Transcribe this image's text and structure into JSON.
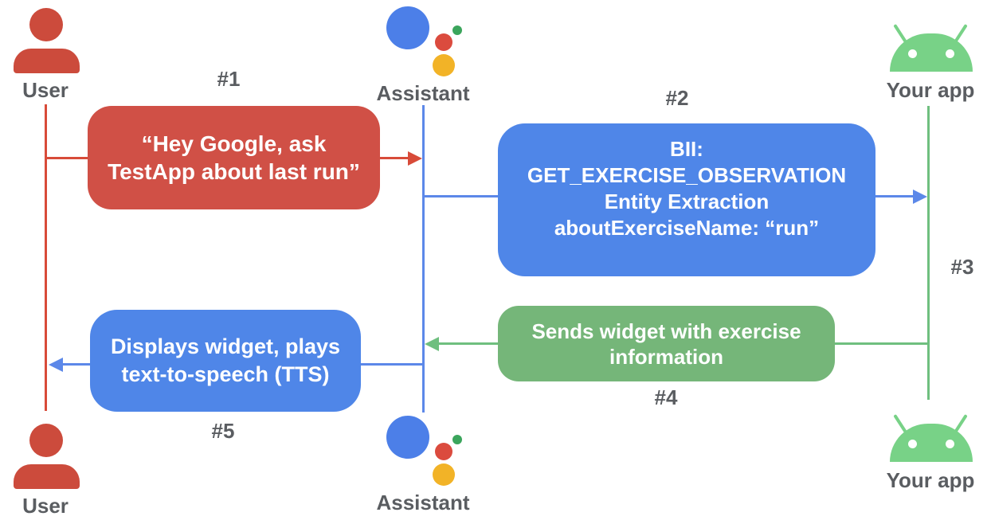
{
  "actors": {
    "user_top": "User",
    "assistant_top": "Assistant",
    "app_top": "Your app",
    "user_bottom": "User",
    "assistant_bottom": "Assistant",
    "app_bottom": "Your app"
  },
  "steps": {
    "s1": "#1",
    "s2": "#2",
    "s3": "#3",
    "s4": "#4",
    "s5": "#5"
  },
  "messages": {
    "m1": {
      "lines": [
        "“Hey Google, ask",
        "TestApp about last run”"
      ]
    },
    "m2": {
      "lines": [
        "BII:",
        "GET_EXERCISE_OBSERVATION",
        "Entity Extraction",
        "aboutExerciseName: “run”"
      ]
    },
    "m4": {
      "lines": [
        "Sends widget with exercise",
        "information"
      ]
    },
    "m5": {
      "lines": [
        "Displays widget, plays",
        "text-to-speech (TTS)"
      ]
    }
  },
  "colors": {
    "red_box": "#D05046",
    "red_icon": "#CC4B3C",
    "red_line": "#D84B39",
    "blue_box": "#4F86E8",
    "blue_icon": "#4C7FE8",
    "blue_line": "#5C88E9",
    "green_box": "#75B679",
    "green_line": "#6FBF7F",
    "android_green": "#78D287",
    "assistant_red": "#DB4B3E",
    "assistant_yellow": "#F2B327",
    "assistant_green": "#3BA55C",
    "label_gray": "#5A5D61",
    "msg_text": "#FFFFFF"
  }
}
